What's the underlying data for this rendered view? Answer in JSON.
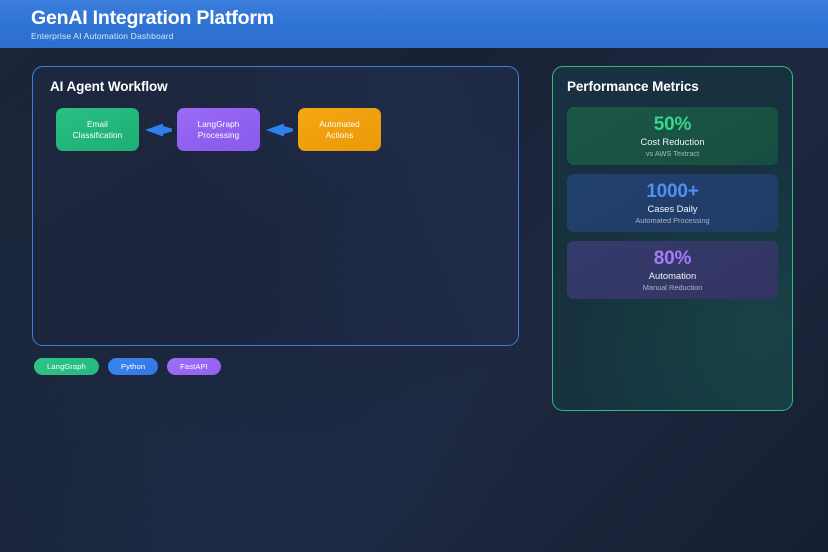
{
  "header": {
    "title": "GenAI Integration Platform",
    "subtitle": "Enterprise AI Automation Dashboard",
    "background_color": "#2f73d4"
  },
  "workflow": {
    "title": "AI Agent Workflow",
    "border_color": "#3b7fe0",
    "arrow_color": "#2f80ed",
    "nodes": [
      {
        "line1": "Email",
        "line2": "Classification",
        "color": "#22b77b"
      },
      {
        "line1": "LangGraph",
        "line2": "Processing",
        "color": "#9061f0"
      },
      {
        "line1": "Automated",
        "line2": "Actions",
        "color": "#efa00c"
      }
    ]
  },
  "tags": [
    {
      "label": "LangGraph",
      "color": "#24b97d"
    },
    {
      "label": "Python",
      "color": "#3076e4"
    },
    {
      "label": "FastAPI",
      "color": "#9360f1"
    }
  ],
  "metrics": {
    "title": "Performance Metrics",
    "border_color": "#2fbd7f",
    "cards": [
      {
        "value": "50%",
        "label": "Cost Reduction",
        "sub": "vs AWS Textract",
        "accent": "#34d78f"
      },
      {
        "value": "1000+",
        "label": "Cases Daily",
        "sub": "Automated Processing",
        "accent": "#4d91f5"
      },
      {
        "value": "80%",
        "label": "Automation",
        "sub": "Manual Reduction",
        "accent": "#a57bf8"
      }
    ]
  }
}
